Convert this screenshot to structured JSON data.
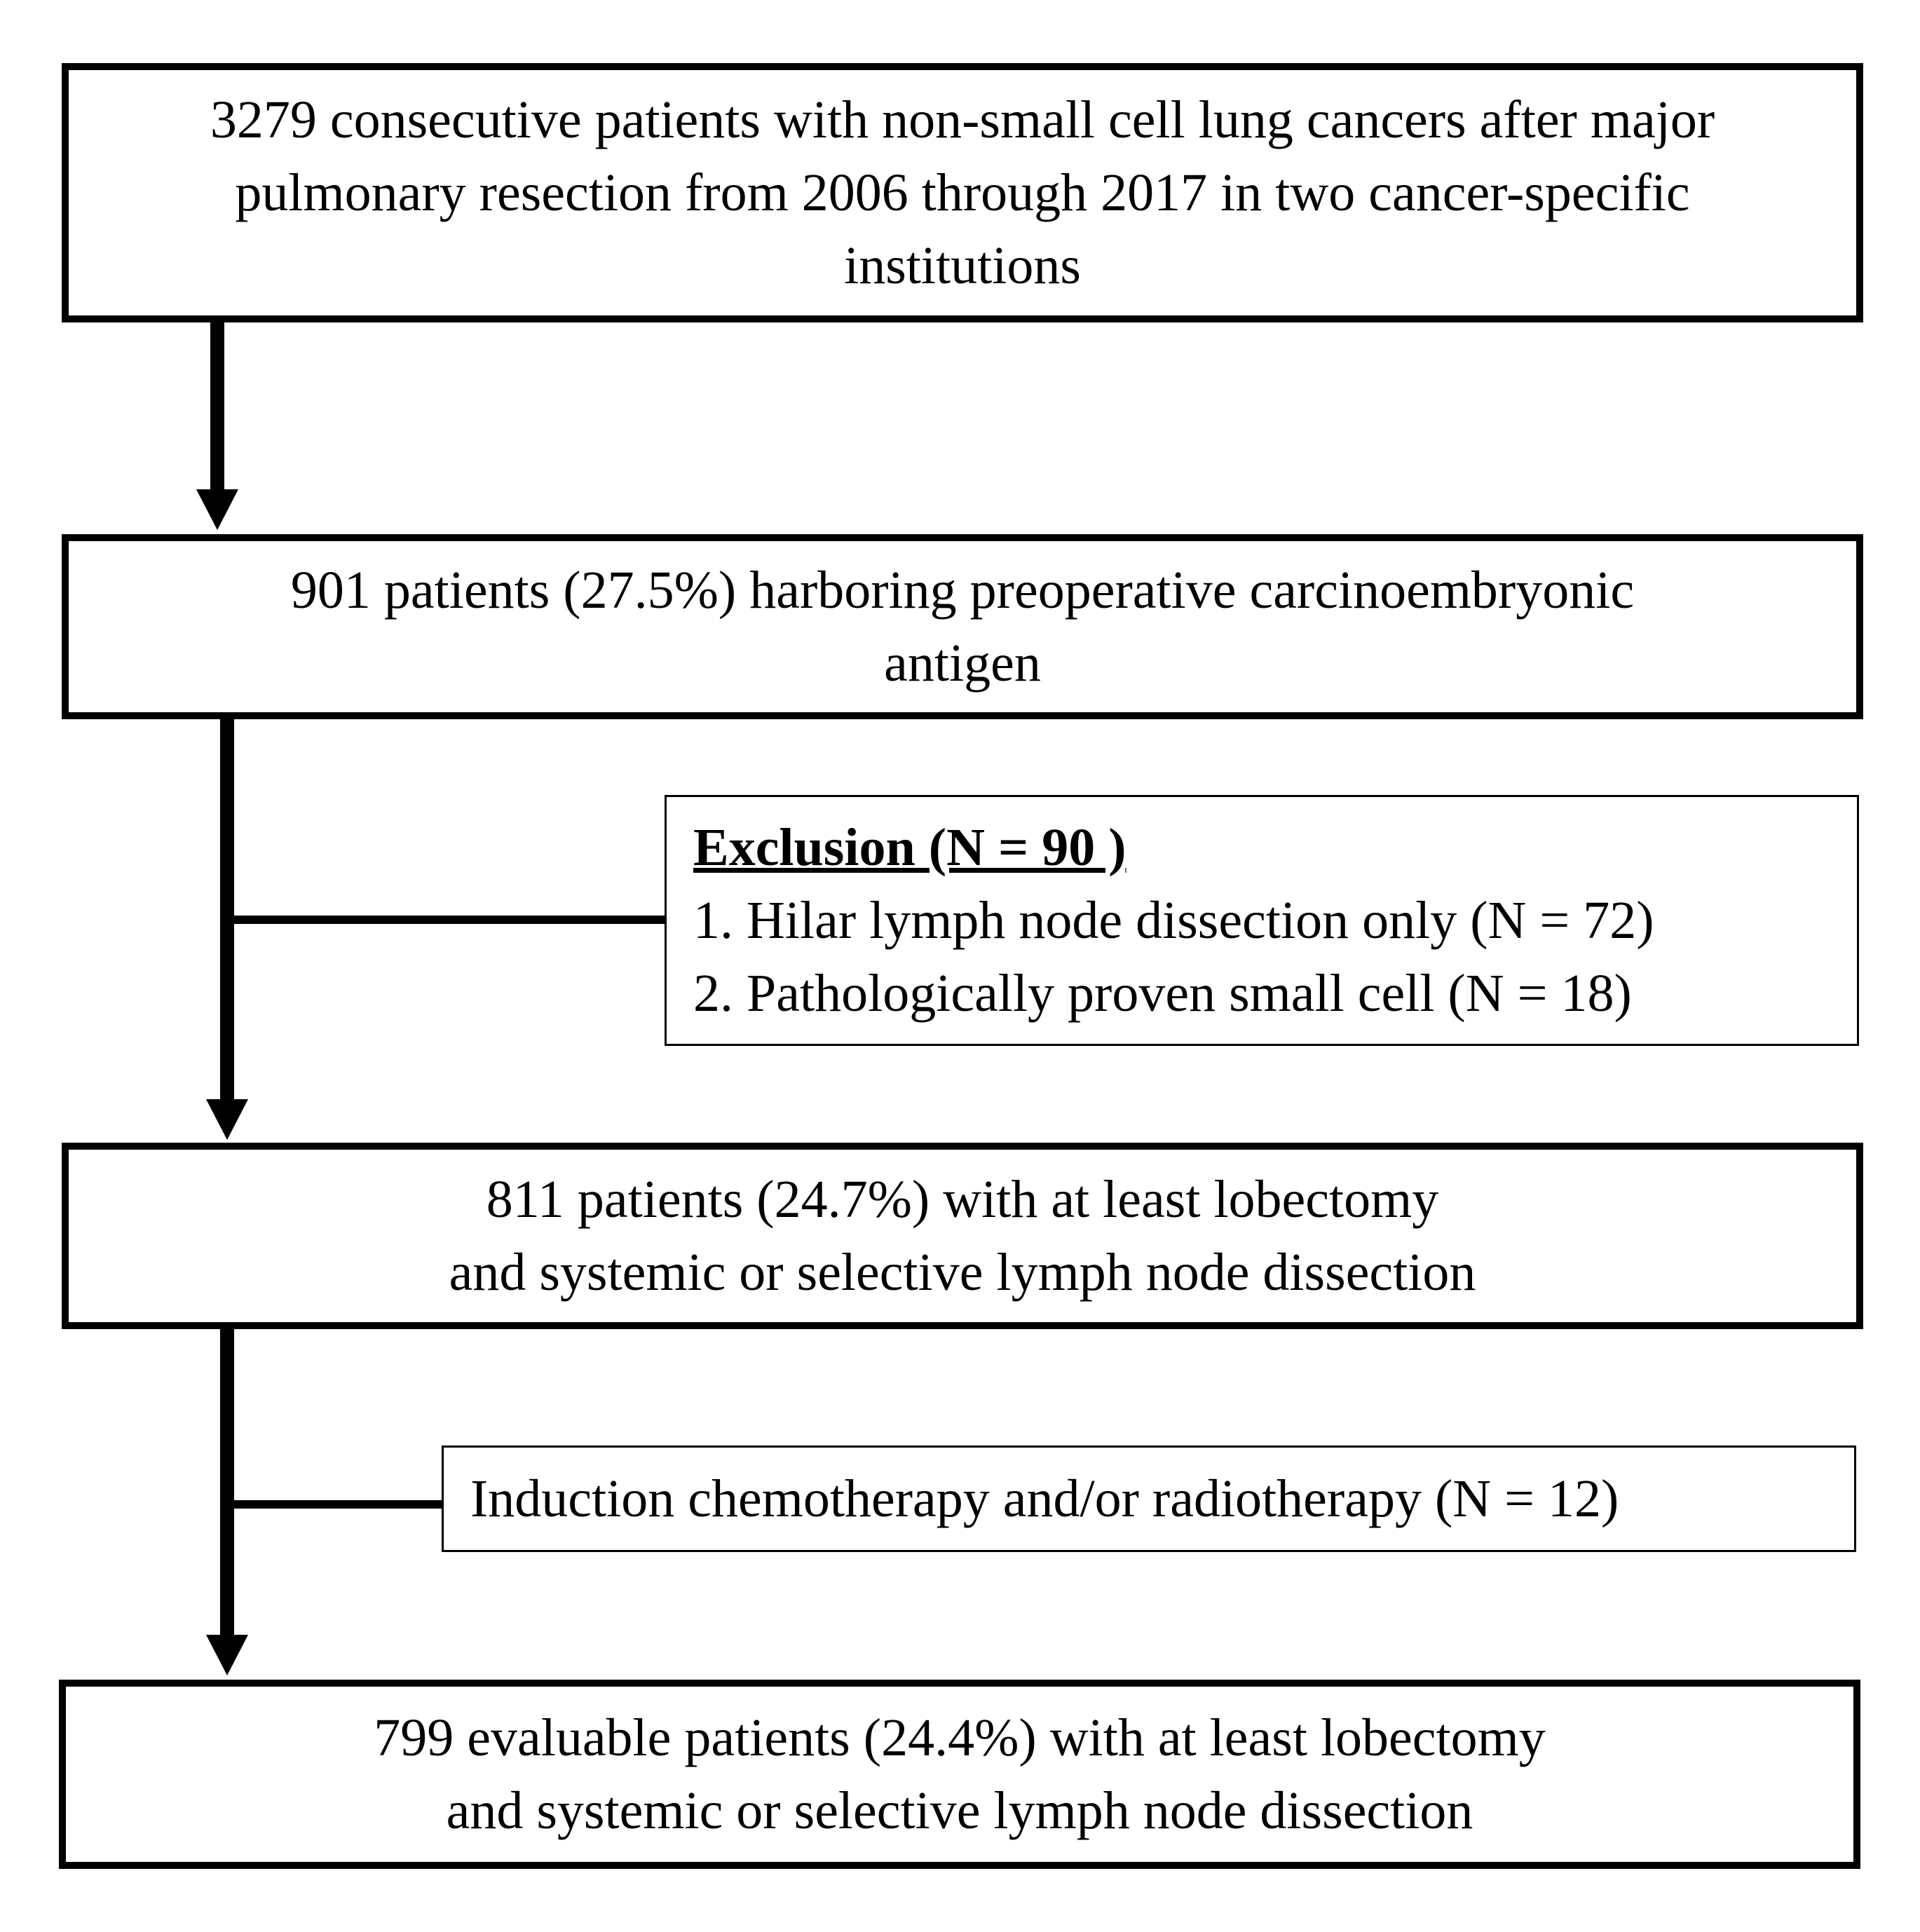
{
  "boxes": {
    "start": {
      "lines": [
        "3279 consecutive patients with non-small cell lung cancers after major",
        "pulmonary  resection  from 2006 through 2017 in two cancer-specific",
        "institutions"
      ]
    },
    "cea": {
      "lines": [
        "901 patients (27.5%) harboring preoperative carcinoembryonic",
        "antigen"
      ]
    },
    "exclusion1": {
      "title": "Exclusion (N = 90 )",
      "items": [
        "1. Hilar lymph node dissection only (N = 72)",
        "2. Pathologically proven small cell (N = 18)"
      ]
    },
    "lobectomy": {
      "lines": [
        "811 patients (24.7%) with at least lobectomy",
        "and systemic or selective lymph node dissection"
      ]
    },
    "exclusion2": {
      "text": "Induction chemotherapy and/or radiotherapy (N = 12)"
    },
    "final": {
      "lines": [
        "799 evaluable patients (24.4%) with at least lobectomy",
        "and systemic or selective lymph node dissection"
      ]
    }
  }
}
